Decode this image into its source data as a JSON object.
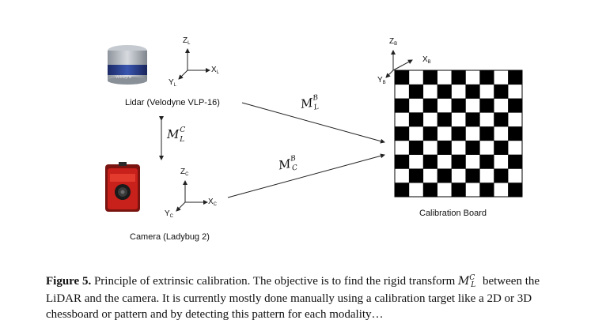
{
  "figure": {
    "lidar_label": "Lidar (Velodyne VLP-16)",
    "camera_label": "Camera (Ladybug 2)",
    "board_label": "Calibration Board",
    "lidar_device_text": "Velodyne",
    "lidar_axes": {
      "z": "Z",
      "x": "X",
      "y": "Y",
      "sub": "L"
    },
    "camera_axes": {
      "z": "Z",
      "x": "X",
      "y": "Y",
      "sub": "C"
    },
    "board_axes": {
      "z": "Z",
      "x": "X",
      "y": "Y",
      "sub": "B"
    },
    "transforms": {
      "lidar_to_camera": {
        "base": "M",
        "sup": "C",
        "sub": "L"
      },
      "lidar_to_board": {
        "base": "M",
        "sup": "B",
        "sub": "L"
      },
      "camera_to_board": {
        "base": "M",
        "sup": "B",
        "sub": "C"
      }
    },
    "checkerboard": {
      "rows": 9,
      "cols": 9
    }
  },
  "caption": {
    "label": "Figure 5.",
    "text_before": "Principle of extrinsic calibration. The objective is to find the rigid transform",
    "math": {
      "base": "M",
      "sup": "C",
      "sub": "L"
    },
    "text_line1_end": "between the",
    "text_line2": "LiDAR and the camera. It is currently mostly done manually using a calibration target like a 2D or 3D",
    "text_line3": "chessboard or pattern and by detecting this pattern for each modality…"
  },
  "colors": {
    "camera_red": "#c8201a",
    "lidar_blue": "#2a3f8a",
    "lidar_silver": "#b9bec6"
  }
}
